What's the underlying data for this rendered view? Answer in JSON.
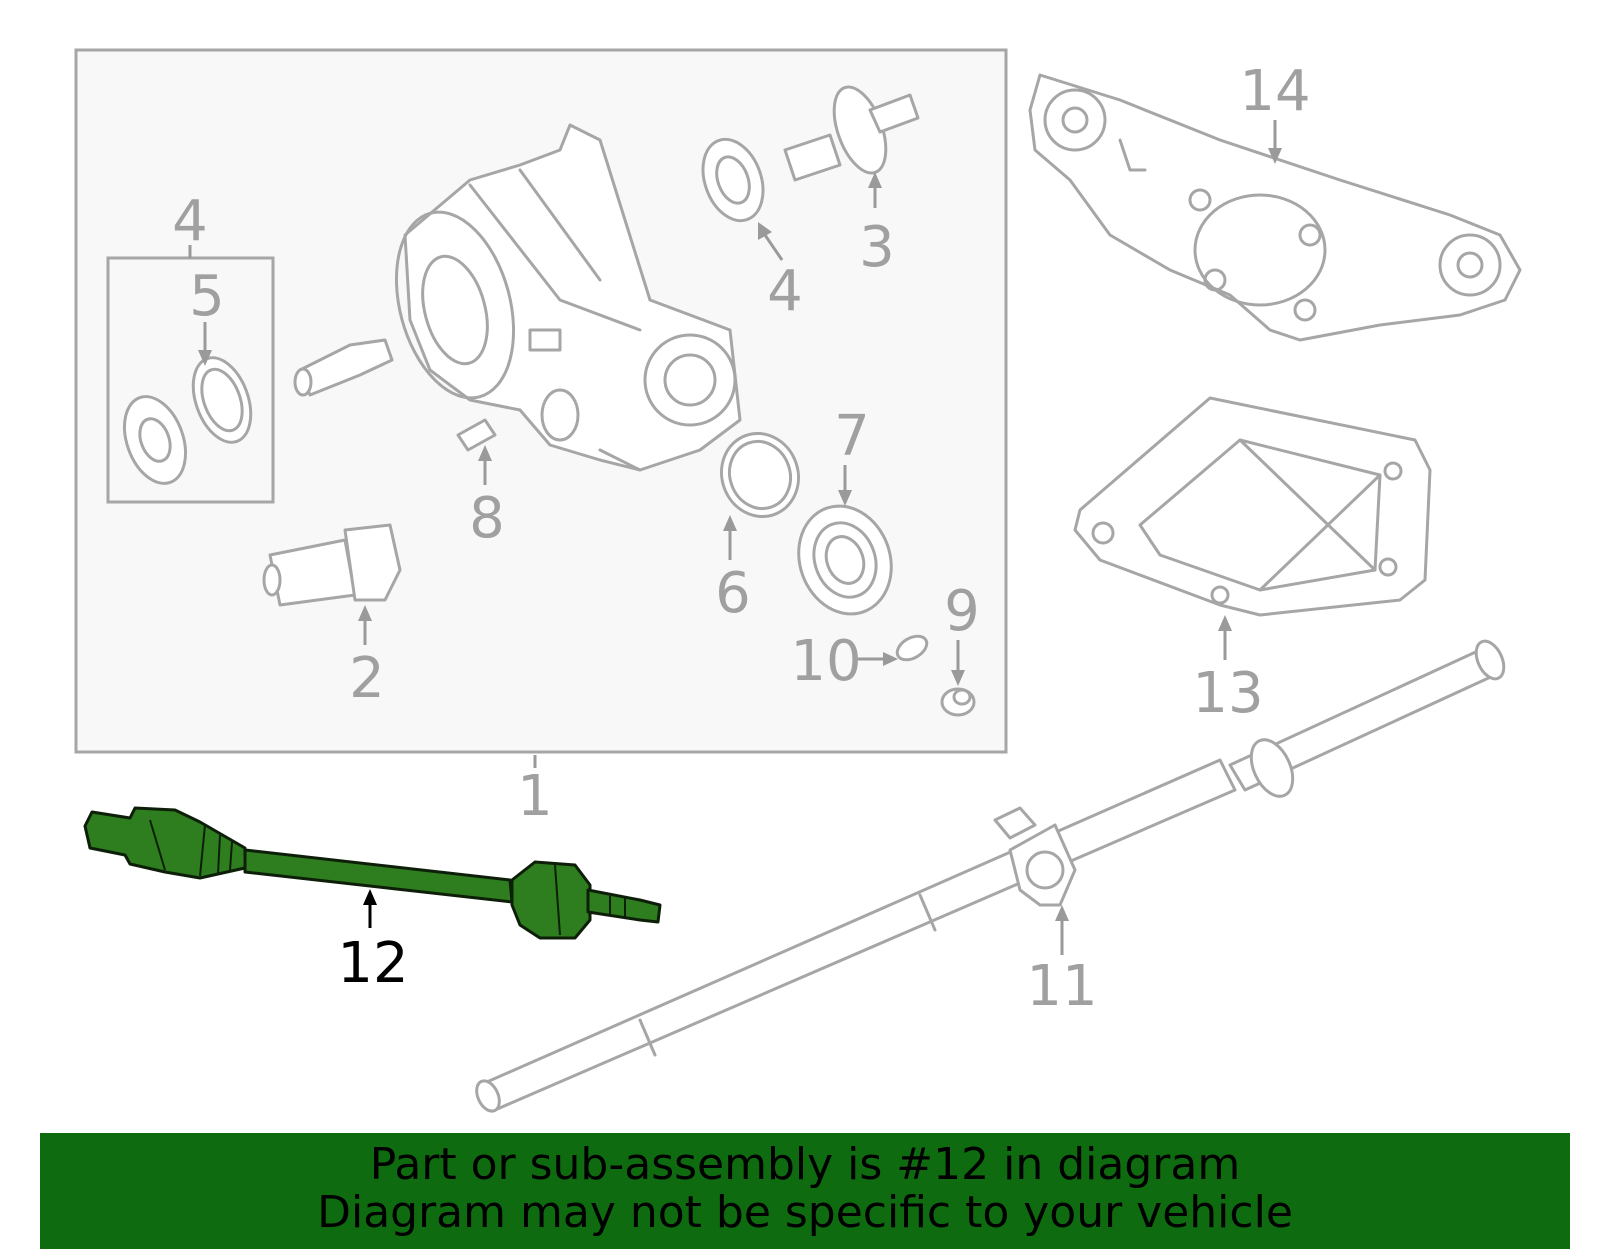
{
  "callouts": {
    "c1": "1",
    "c2": "2",
    "c3": "3",
    "c4a": "4",
    "c4b": "4",
    "c5": "5",
    "c6": "6",
    "c7": "7",
    "c8": "8",
    "c9": "9",
    "c10": "10",
    "c11": "11",
    "c12": "12",
    "c13": "13",
    "c14": "14"
  },
  "highlighted_part": "12",
  "colors": {
    "highlight": "#2e7d1f",
    "banner": "#0f6b0f",
    "line_art": "#a6a6a6"
  },
  "banner": {
    "line1": "Part or sub-assembly is #12 in diagram",
    "line2": "Diagram may not be specific to your vehicle"
  }
}
